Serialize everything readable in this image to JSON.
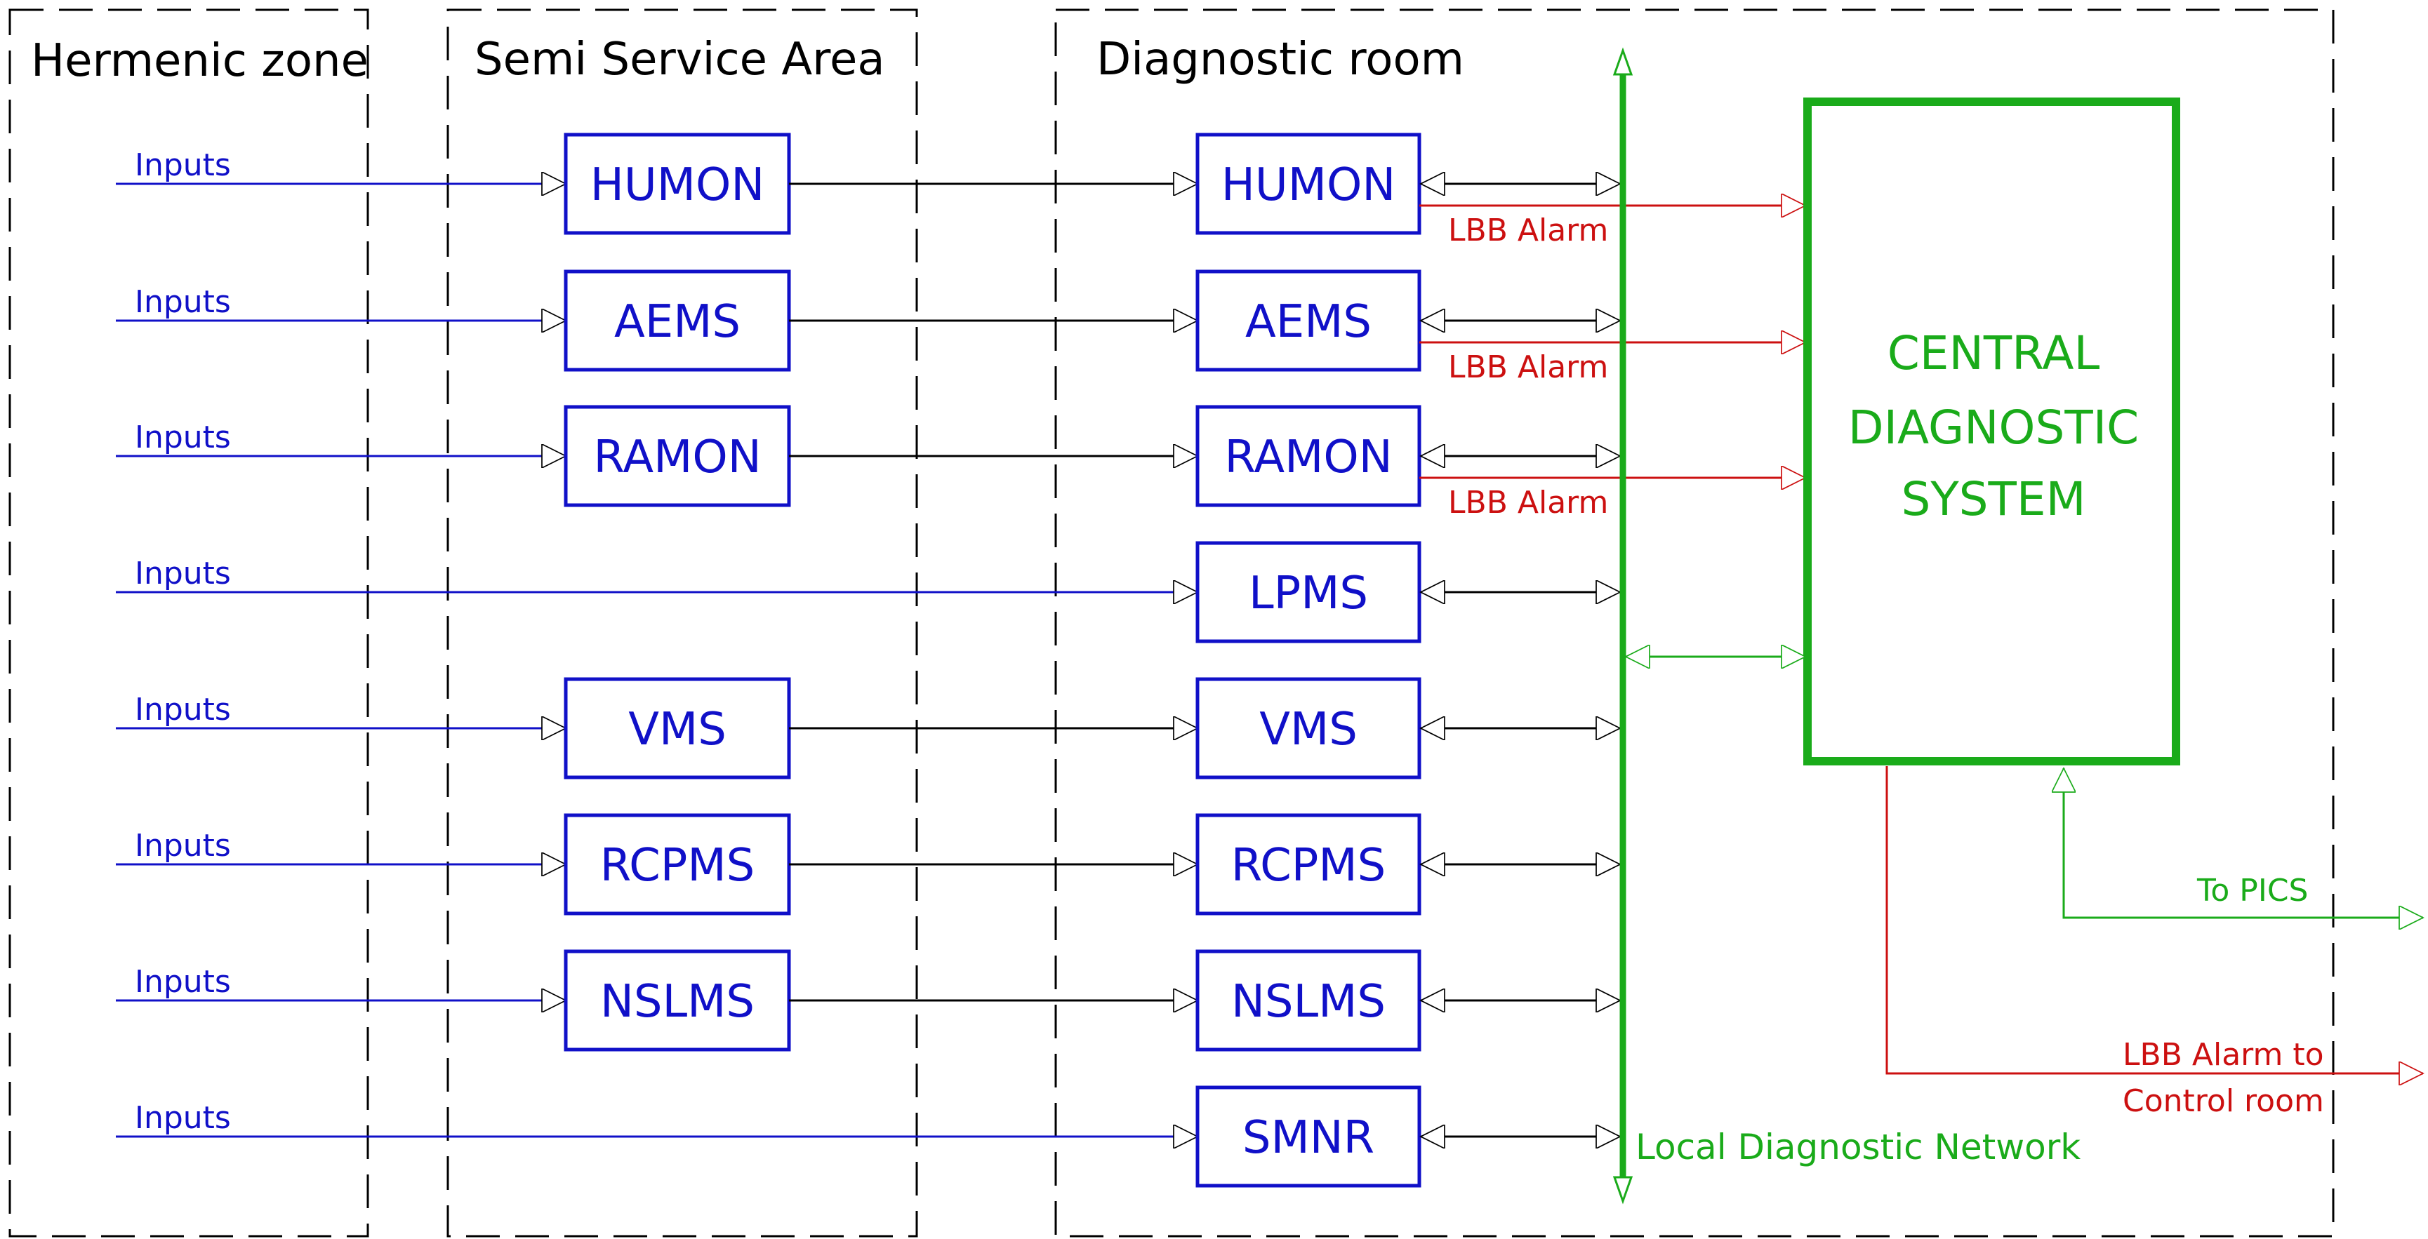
{
  "zones": [
    {
      "key": "hermenic",
      "title": "Hermenic zone"
    },
    {
      "key": "semi",
      "title": "Semi Service Area"
    },
    {
      "key": "diag",
      "title": "Diagnostic room"
    }
  ],
  "input_label": "Inputs",
  "semi_boxes": [
    "HUMON",
    "AEMS",
    "RAMON",
    "",
    "VMS",
    "RCPMS",
    "NSLMS",
    ""
  ],
  "diag_boxes": [
    "HUMON",
    "AEMS",
    "RAMON",
    "LPMS",
    "VMS",
    "RCPMS",
    "NSLMS",
    "SMNR"
  ],
  "lbb_alarm_label": "LBB Alarm",
  "central": {
    "lines": [
      "CENTRAL",
      "DIAGNOSTIC",
      "SYSTEM"
    ]
  },
  "network_label": "Local Diagnostic Network",
  "to_pics_label": "To PICS",
  "lbb_control_lines": [
    "LBB Alarm to",
    "Control room"
  ],
  "colors": {
    "blue": "#1010c8",
    "green": "#1aab1a",
    "red": "#cc1010",
    "black": "#000000"
  }
}
